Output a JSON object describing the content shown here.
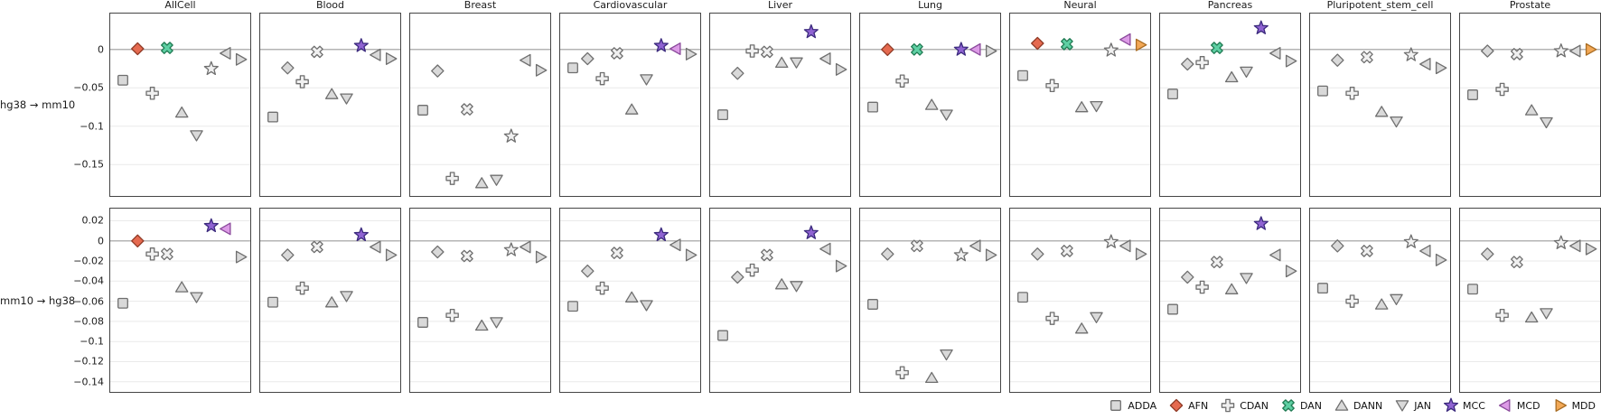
{
  "chart_data": {
    "type": "scatter",
    "description_title": "",
    "methods": [
      {
        "name": "ADDA",
        "shape": "square"
      },
      {
        "name": "AFN",
        "shape": "diamond"
      },
      {
        "name": "CDAN",
        "shape": "plus"
      },
      {
        "name": "DAN",
        "shape": "x"
      },
      {
        "name": "DANN",
        "shape": "triangle-up"
      },
      {
        "name": "JAN",
        "shape": "triangle-down"
      },
      {
        "name": "MCC",
        "shape": "star"
      },
      {
        "name": "MCD",
        "shape": "triangle-left"
      },
      {
        "name": "MDD",
        "shape": "triangle-right"
      }
    ],
    "colors": {
      "gray_fill": "#d9d9d9",
      "gray_fill_open": "#f0f0f0",
      "gray_stroke": "#6f6f6f",
      "zero_line": "#9b9b9b",
      "grid_line": "#eaeaea",
      "panel_border": "#454545",
      "methods": {
        "AFN": {
          "fill": "#e56a50",
          "stroke": "#8f3a26"
        },
        "DAN": {
          "fill": "#5fd0a4",
          "stroke": "#1f7a52"
        },
        "MCC": {
          "fill": "#8f63d2",
          "stroke": "#3b2a7d"
        },
        "MCD": {
          "fill": "#dc9ae6",
          "stroke": "#8b4b9c"
        },
        "MDD": {
          "fill": "#f2a856",
          "stroke": "#a96d24"
        }
      }
    },
    "columns": [
      "AllCell",
      "Blood",
      "Breast",
      "Cardiovascular",
      "Liver",
      "Lung",
      "Neural",
      "Pancreas",
      "Pluripotent_stem_cell",
      "Prostate"
    ],
    "rows": [
      {
        "label": "hg38 → mm10",
        "ticks": [
          0,
          -0.05,
          -0.1,
          -0.15
        ],
        "ylim": [
          0.048,
          -0.192
        ],
        "panels": [
          {
            "column": "AllCell",
            "values": [
              -0.04,
              0.001,
              -0.057,
              0.002,
              -0.082,
              -0.112,
              -0.025,
              -0.005,
              -0.013
            ],
            "colored": [
              "AFN",
              "DAN"
            ]
          },
          {
            "column": "Blood",
            "values": [
              -0.088,
              -0.024,
              -0.042,
              -0.003,
              -0.058,
              -0.064,
              0.005,
              -0.007,
              -0.012
            ],
            "colored": [
              "MCC"
            ]
          },
          {
            "column": "Breast",
            "values": [
              -0.079,
              -0.028,
              -0.168,
              -0.078,
              -0.174,
              -0.17,
              -0.113,
              -0.014,
              -0.027
            ],
            "colored": []
          },
          {
            "column": "Cardiovascular",
            "values": [
              -0.024,
              -0.012,
              -0.038,
              -0.005,
              -0.078,
              -0.039,
              0.005,
              0.001,
              -0.006
            ],
            "colored": [
              "MCC",
              "MCD"
            ]
          },
          {
            "column": "Liver",
            "values": [
              -0.085,
              -0.031,
              -0.002,
              -0.003,
              -0.017,
              -0.017,
              0.023,
              -0.012,
              -0.026
            ],
            "colored": [
              "MCC"
            ]
          },
          {
            "column": "Lung",
            "values": [
              -0.075,
              0.0,
              -0.041,
              0.0,
              -0.072,
              -0.085,
              0.0,
              0.0,
              -0.002
            ],
            "colored": [
              "AFN",
              "DAN",
              "MCC",
              "MCD"
            ]
          },
          {
            "column": "Neural",
            "values": [
              -0.034,
              0.008,
              -0.047,
              0.007,
              -0.075,
              -0.074,
              -0.001,
              0.013,
              0.006
            ],
            "colored": [
              "AFN",
              "DAN",
              "MCD",
              "MDD"
            ]
          },
          {
            "column": "Pancreas",
            "values": [
              -0.058,
              -0.019,
              -0.017,
              0.002,
              -0.036,
              -0.029,
              0.028,
              -0.005,
              -0.015
            ],
            "colored": [
              "DAN",
              "MCC"
            ]
          },
          {
            "column": "Pluripotent_stem_cell",
            "values": [
              -0.054,
              -0.014,
              -0.057,
              -0.01,
              -0.081,
              -0.094,
              -0.007,
              -0.019,
              -0.024
            ],
            "colored": []
          },
          {
            "column": "Prostate",
            "values": [
              -0.059,
              -0.002,
              -0.052,
              -0.006,
              -0.079,
              -0.095,
              -0.002,
              -0.002,
              0.0
            ],
            "colored": [
              "MDD"
            ]
          }
        ]
      },
      {
        "label": "mm10 → hg38",
        "ticks": [
          0.02,
          0,
          -0.02,
          -0.04,
          -0.06,
          -0.08,
          -0.1,
          -0.12,
          -0.14
        ],
        "ylim": [
          0.033,
          -0.151
        ],
        "panels": [
          {
            "column": "AllCell",
            "values": [
              -0.062,
              0.0,
              -0.013,
              -0.013,
              -0.046,
              -0.056,
              0.015,
              0.012,
              -0.016
            ],
            "colored": [
              "AFN",
              "MCC",
              "MCD"
            ]
          },
          {
            "column": "Blood",
            "values": [
              -0.061,
              -0.014,
              -0.047,
              -0.006,
              -0.061,
              -0.055,
              0.006,
              -0.006,
              -0.014
            ],
            "colored": [
              "MCC"
            ]
          },
          {
            "column": "Breast",
            "values": [
              -0.081,
              -0.011,
              -0.074,
              -0.015,
              -0.084,
              -0.081,
              -0.009,
              -0.006,
              -0.016
            ],
            "colored": []
          },
          {
            "column": "Cardiovascular",
            "values": [
              -0.065,
              -0.03,
              -0.047,
              -0.012,
              -0.056,
              -0.064,
              0.006,
              -0.004,
              -0.014
            ],
            "colored": [
              "MCC"
            ]
          },
          {
            "column": "Liver",
            "values": [
              -0.094,
              -0.036,
              -0.029,
              -0.014,
              -0.043,
              -0.045,
              0.008,
              -0.008,
              -0.025
            ],
            "colored": [
              "MCC"
            ]
          },
          {
            "column": "Lung",
            "values": [
              -0.063,
              -0.013,
              -0.131,
              -0.005,
              -0.136,
              -0.113,
              -0.014,
              -0.005,
              -0.014
            ],
            "colored": []
          },
          {
            "column": "Neural",
            "values": [
              -0.056,
              -0.013,
              -0.077,
              -0.01,
              -0.087,
              -0.076,
              -0.001,
              -0.005,
              -0.013
            ],
            "colored": []
          },
          {
            "column": "Pancreas",
            "values": [
              -0.068,
              -0.036,
              -0.046,
              -0.021,
              -0.048,
              -0.037,
              0.017,
              -0.014,
              -0.03
            ],
            "colored": [
              "MCC"
            ]
          },
          {
            "column": "Pluripotent_stem_cell",
            "values": [
              -0.047,
              -0.005,
              -0.06,
              -0.01,
              -0.063,
              -0.058,
              -0.001,
              -0.01,
              -0.019
            ],
            "colored": []
          },
          {
            "column": "Prostate",
            "values": [
              -0.048,
              -0.013,
              -0.074,
              -0.021,
              -0.076,
              -0.072,
              -0.002,
              -0.005,
              -0.008
            ],
            "colored": []
          }
        ]
      }
    ],
    "legend": {
      "position": "bottom-right",
      "items": [
        "ADDA",
        "AFN",
        "CDAN",
        "DAN",
        "DANN",
        "JAN",
        "MCC",
        "MCD",
        "MDD"
      ]
    }
  }
}
